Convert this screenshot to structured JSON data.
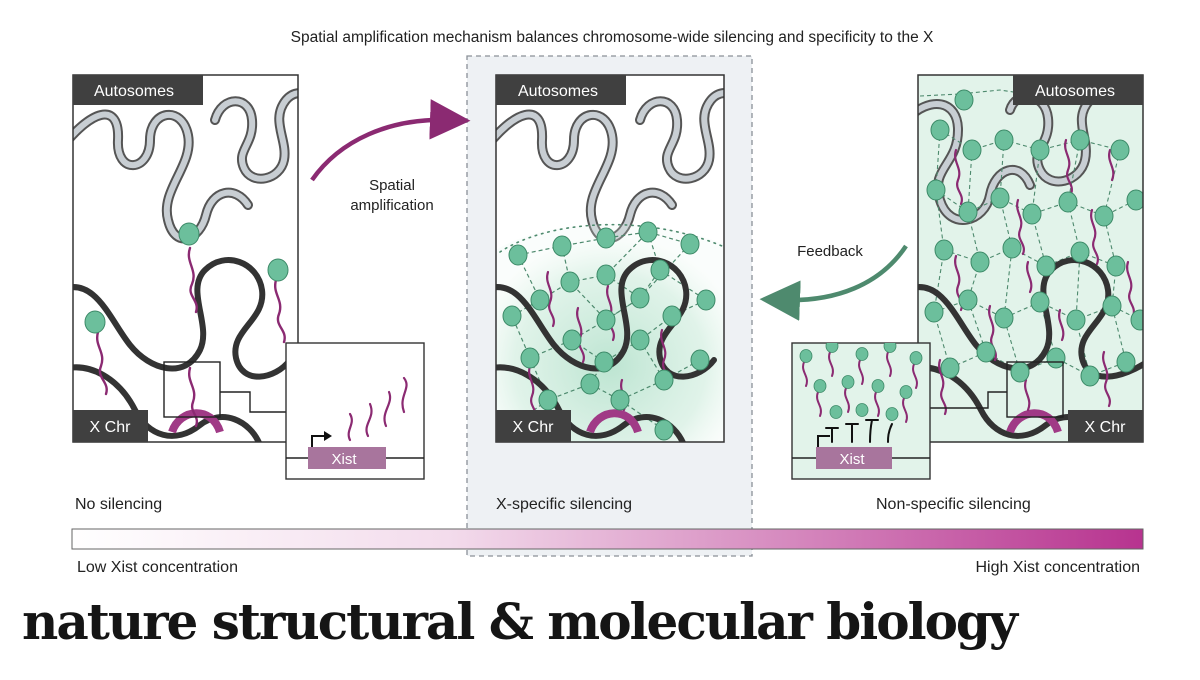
{
  "title": "Spatial amplification mechanism balances chromosome-wide silencing and specificity to the X",
  "panels": {
    "left": {
      "autosome_tag": "Autosomes",
      "xchr_tag": "X Chr",
      "state_label": "No silencing"
    },
    "middle": {
      "autosome_tag": "Autosomes",
      "xchr_tag": "X Chr",
      "state_label": "X-specific silencing"
    },
    "right": {
      "autosome_tag": "Autosomes",
      "xchr_tag": "X Chr",
      "state_label": "Non-specific silencing"
    }
  },
  "arrows": {
    "amplification": {
      "line1": "Spatial",
      "line2": "amplification",
      "color": "#8b2a72"
    },
    "feedback": {
      "label": "Feedback",
      "color": "#4e8a6e"
    }
  },
  "insets": {
    "left_gene": "Xist",
    "right_gene": "Xist"
  },
  "gradient": {
    "low_label": "Low Xist concentration",
    "high_label": "High Xist concentration",
    "start_color": "#ffffff",
    "end_color": "#b7338f"
  },
  "colors": {
    "protein": "#6cbf9c",
    "rna": "#8b2a72",
    "autosome": "#9aa3aa",
    "x_chromosome": "#333333",
    "highlight_panel": "#eef1f4"
  },
  "journal": "nature structural & molecular biology"
}
